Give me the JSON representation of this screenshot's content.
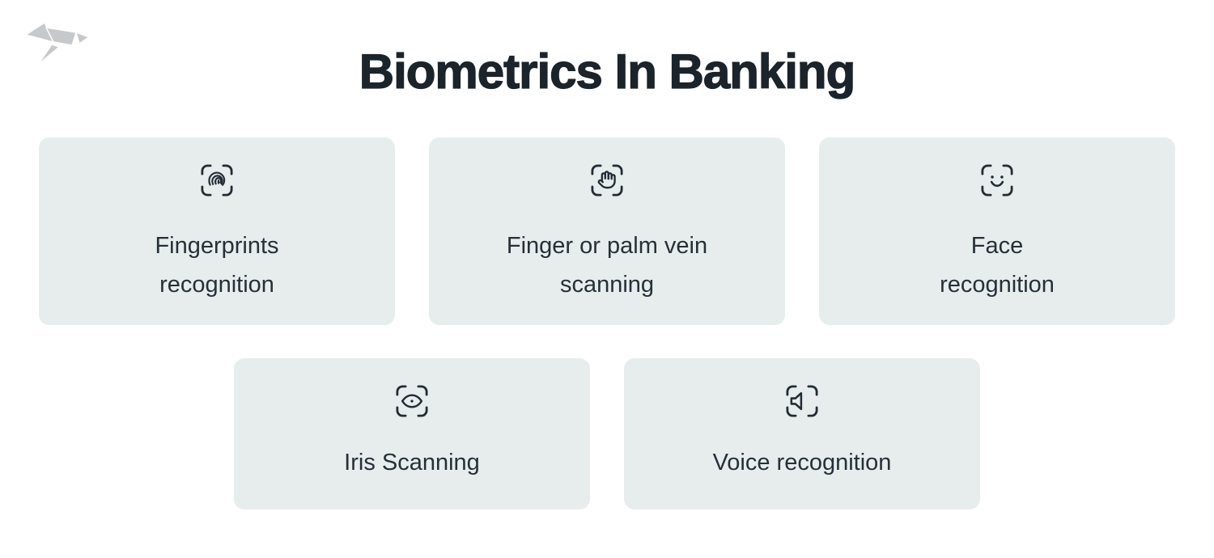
{
  "header": {
    "title": "Biometrics In Banking"
  },
  "logo": {
    "name": "origami-bird-logo"
  },
  "cards": [
    {
      "name": "fingerprints-recognition",
      "icon": "fingerprint-scan-icon",
      "label": "Fingerprints recognition",
      "line1": "Fingerprints",
      "line2": "recognition"
    },
    {
      "name": "finger-or-palm-vein-scanning",
      "icon": "hand-scan-icon",
      "label": "Finger or palm vein scanning",
      "line1": "Finger or palm vein",
      "line2": "scanning"
    },
    {
      "name": "face-recognition",
      "icon": "face-scan-icon",
      "label": "Face recognition",
      "line1": "Face",
      "line2": "recognition"
    },
    {
      "name": "iris-scanning",
      "icon": "eye-scan-icon",
      "label": "Iris Scanning",
      "line1": "Iris Scanning"
    },
    {
      "name": "voice-recognition",
      "icon": "speaker-scan-icon",
      "label": "Voice recognition",
      "line1": "Voice recognition"
    }
  ],
  "colors": {
    "page_bg": "#ffffff",
    "card_bg": "#e7edec",
    "title_text": "#1b232b",
    "card_text": "#26303a",
    "icon_stroke": "#222c35",
    "logo_gray": "#c6c9cb"
  }
}
